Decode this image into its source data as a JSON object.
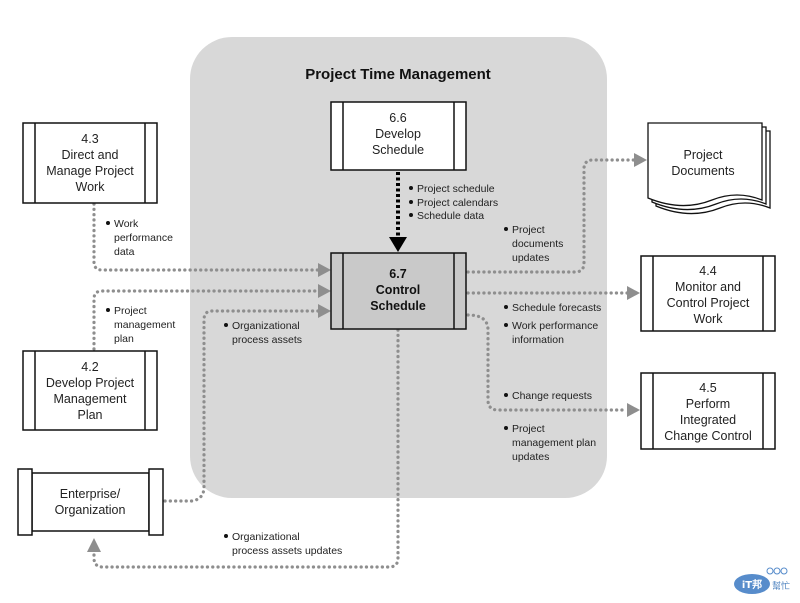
{
  "panel": {
    "title": "Project Time Management",
    "fill_color": "#d8d8d8"
  },
  "processes": {
    "develop_schedule": {
      "number": "6.6",
      "lines": [
        "Develop",
        "Schedule"
      ]
    },
    "control_schedule": {
      "number": "6.7",
      "lines": [
        "Control",
        "Schedule"
      ],
      "fill_color": "#c9c9c9"
    },
    "direct_manage": {
      "number": "4.3",
      "lines": [
        "Direct and",
        "Manage Project",
        "Work"
      ]
    },
    "develop_pm_plan": {
      "number": "4.2",
      "lines": [
        "Develop Project",
        "Management",
        "Plan"
      ]
    },
    "enterprise": {
      "lines": [
        "Enterprise/",
        "Organization"
      ]
    },
    "monitor_control": {
      "number": "4.4",
      "lines": [
        "Monitor and",
        "Control Project",
        "Work"
      ]
    },
    "integrated_change": {
      "number": "4.5",
      "lines": [
        "Perform",
        "Integrated",
        "Change Control"
      ]
    },
    "project_documents": {
      "lines": [
        "Project",
        "Documents"
      ]
    }
  },
  "flow_labels": {
    "schedule_inputs": [
      "Project schedule",
      "Project calendars",
      "Schedule data"
    ],
    "work_performance_data": [
      "Work",
      "performance",
      "data"
    ],
    "project_management_plan": [
      "Project",
      "management",
      "plan"
    ],
    "organizational_process_assets": [
      "Organizational",
      "process assets"
    ],
    "project_documents_updates": [
      "Project",
      "documents",
      "updates"
    ],
    "schedule_forecasts": [
      "Schedule forecasts"
    ],
    "work_performance_information": [
      "Work performance",
      "information"
    ],
    "change_requests": [
      "Change requests"
    ],
    "pm_plan_updates": [
      "Project",
      "management plan",
      "updates"
    ],
    "opa_updates": [
      "Organizational",
      "process assets updates"
    ]
  },
  "colors": {
    "dotted_flow": "#8e8e8e",
    "border": "#111111"
  },
  "watermark": {
    "text_left": "iT邦",
    "text_right": "幫忙",
    "color": "#3a78c2"
  }
}
